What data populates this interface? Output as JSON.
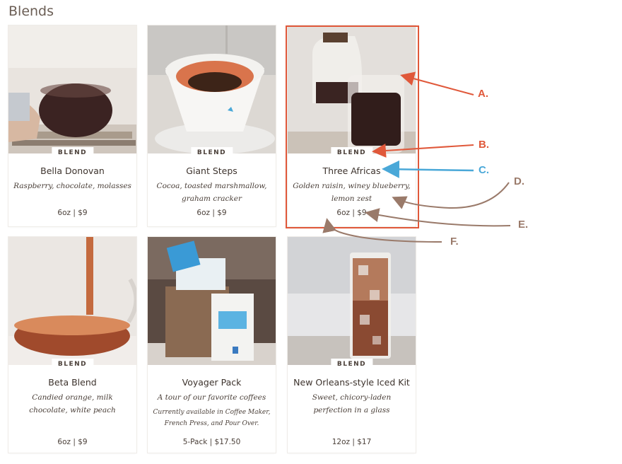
{
  "page": {
    "title": "Blends"
  },
  "colors": {
    "highlight": "#e0583a",
    "annotation_blue": "#4aa8d8",
    "annotation_brown": "#9a7a6a"
  },
  "products": [
    {
      "badge": "BLEND",
      "name": "Bella Donovan",
      "description": "Raspberry, chocolate, molasses",
      "price": "6oz | $9"
    },
    {
      "badge": "BLEND",
      "name": "Giant Steps",
      "description": "Cocoa, toasted marshmallow, graham cracker",
      "price": "6oz | $9"
    },
    {
      "badge": "BLEND",
      "name": "Three Africas",
      "description": "Golden raisin, winey blueberry, lemon zest",
      "price": "6oz | $9"
    },
    {
      "badge": "BLEND",
      "name": "Beta Blend",
      "description": "Candied orange, milk chocolate, white peach",
      "price": "6oz | $9"
    },
    {
      "badge": "",
      "name": "Voyager Pack",
      "description": "A tour of our favorite coffees",
      "note": "Currently available in Coffee Maker, French Press, and Pour Over.",
      "price": "5-Pack | $17.50"
    },
    {
      "badge": "BLEND",
      "name": "New Orleans-style Iced Kit",
      "description": "Sweet, chicory-laden perfection in a glass",
      "price": "12oz | $17"
    }
  ],
  "annotations": {
    "a": "A.",
    "b": "B.",
    "c": "C.",
    "d": "D.",
    "e": "E.",
    "f": "F."
  }
}
